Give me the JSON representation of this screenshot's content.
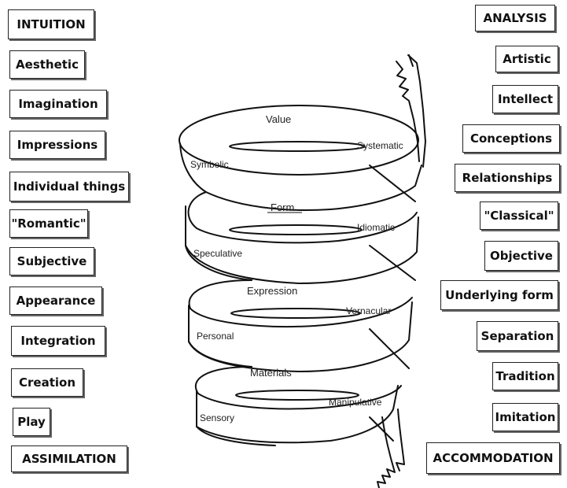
{
  "left_terms": [
    "INTUITION",
    "Aesthetic",
    "Imagination",
    "Impressions",
    "Individual things",
    "\"Romantic\"",
    "Subjective",
    "Appearance",
    "Integration",
    "Creation",
    "Play",
    "ASSIMILATION"
  ],
  "right_terms": [
    "ANALYSIS",
    "Artistic",
    "Intellect",
    "Conceptions",
    "Relationships",
    "\"Classical\"",
    "Objective",
    "Underlying form",
    "Separation",
    "Tradition",
    "Imitation",
    "ACCOMMODATION"
  ],
  "spiral": {
    "levels": [
      {
        "top": "Value",
        "left": "Symbolic",
        "right": "Systematic"
      },
      {
        "top": "Form",
        "left": "Speculative",
        "right": "Idiomatic"
      },
      {
        "top": "Expression",
        "left": "Personal",
        "right": "Vernacular"
      },
      {
        "top": "Materials",
        "left": "Sensory",
        "right": "Manipulative"
      }
    ]
  }
}
